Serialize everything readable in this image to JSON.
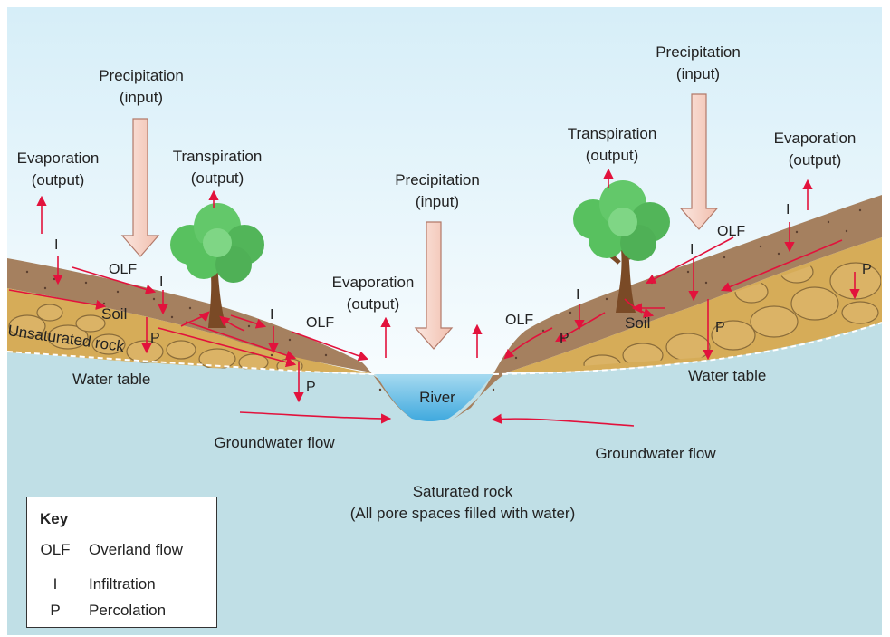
{
  "labels": {
    "precip_left_1": "Precipitation",
    "precip_left_2": "(input)",
    "precip_center_1": "Precipitation",
    "precip_center_2": "(input)",
    "precip_right_1": "Precipitation",
    "precip_right_2": "(input)",
    "evap_left_1": "Evaporation",
    "evap_left_2": "(output)",
    "evap_center_1": "Evaporation",
    "evap_center_2": "(output)",
    "evap_right_1": "Evaporation",
    "evap_right_2": "(output)",
    "transp_left_1": "Transpiration",
    "transp_left_2": "(output)",
    "transp_right_1": "Transpiration",
    "transp_right_2": "(output)",
    "olf": "OLF",
    "i": "I",
    "p": "P",
    "soil": "Soil",
    "unsaturated_rock": "Unsaturated rock",
    "water_table": "Water table",
    "river": "River",
    "groundwater_flow": "Groundwater flow",
    "saturated_rock_1": "Saturated rock",
    "saturated_rock_2": "(All pore spaces filled with water)"
  },
  "key": {
    "title": "Key",
    "entries": [
      {
        "abbr": "OLF",
        "meaning": "Overland flow"
      },
      {
        "abbr": "I",
        "meaning": "Infiltration"
      },
      {
        "abbr": "P",
        "meaning": "Percolation"
      }
    ]
  },
  "colors": {
    "sky_top": "#d6eef8",
    "sky_bottom": "#f7fcfe",
    "saturated_rock": "#c0dfe6",
    "soil": "#a5805f",
    "unsaturated_rock": "#d6ac58",
    "river": "#6fc0e4",
    "flow_arrow": "#e2123c",
    "precip_arrow": "#f7d3c9",
    "tree_leaves": "#58c15f"
  }
}
